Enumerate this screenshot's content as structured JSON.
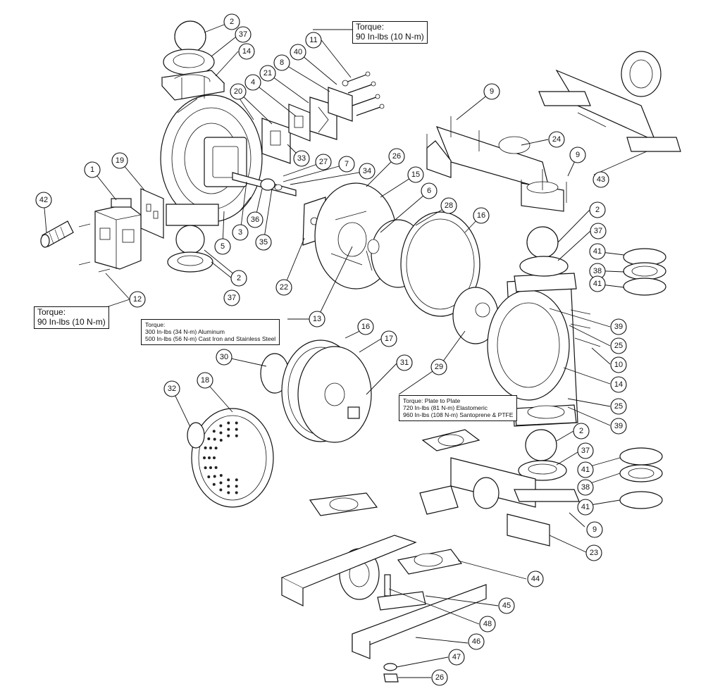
{
  "torque_notes": {
    "air_valve_bolts": [
      "Torque:",
      "90 In-lbs (10 N-m)"
    ],
    "muffler_bolts": [
      "Torque:",
      "90 In-lbs (10 N-m)"
    ],
    "outer_plate": [
      "Torque:",
      "300 In-lbs (34 N-m) Aluminum",
      "500 In-lbs (56 N-m) Cast Iron and Stainless Steel"
    ],
    "plate_to_plate": [
      "Torque:  Plate to Plate",
      "720 In-lbs (81 N-m) Elastomeric",
      "960 In-lbs (108 N-m) Santoprene & PTFE"
    ]
  },
  "callouts": {
    "c1": "1",
    "c2a": "2",
    "c2b": "2",
    "c2c": "2",
    "c2d": "2",
    "c3": "3",
    "c4": "4",
    "c5": "5",
    "c6": "6",
    "c7": "7",
    "c8": "8",
    "c9a": "9",
    "c9b": "9",
    "c9c": "9",
    "c10": "10",
    "c11": "11",
    "c12": "12",
    "c13": "13",
    "c14a": "14",
    "c14b": "14",
    "c15": "15",
    "c16a": "16",
    "c16b": "16",
    "c17": "17",
    "c18": "18",
    "c19": "19",
    "c20": "20",
    "c21": "21",
    "c22": "22",
    "c23": "23",
    "c24": "24",
    "c25a": "25",
    "c25b": "25",
    "c26a": "26",
    "c26b": "26",
    "c27": "27",
    "c28": "28",
    "c29": "29",
    "c30": "30",
    "c31": "31",
    "c32": "32",
    "c33": "33",
    "c34": "34",
    "c35": "35",
    "c36": "36",
    "c37a": "37",
    "c37b": "37",
    "c37c": "37",
    "c37d": "37",
    "c38a": "38",
    "c38b": "38",
    "c39a": "39",
    "c39b": "39",
    "c40": "40",
    "c41a": "41",
    "c41b": "41",
    "c41c": "41",
    "c41d": "41",
    "c42": "42",
    "c43": "43",
    "c44": "44",
    "c45": "45",
    "c46": "46",
    "c47": "47",
    "c48": "48"
  }
}
